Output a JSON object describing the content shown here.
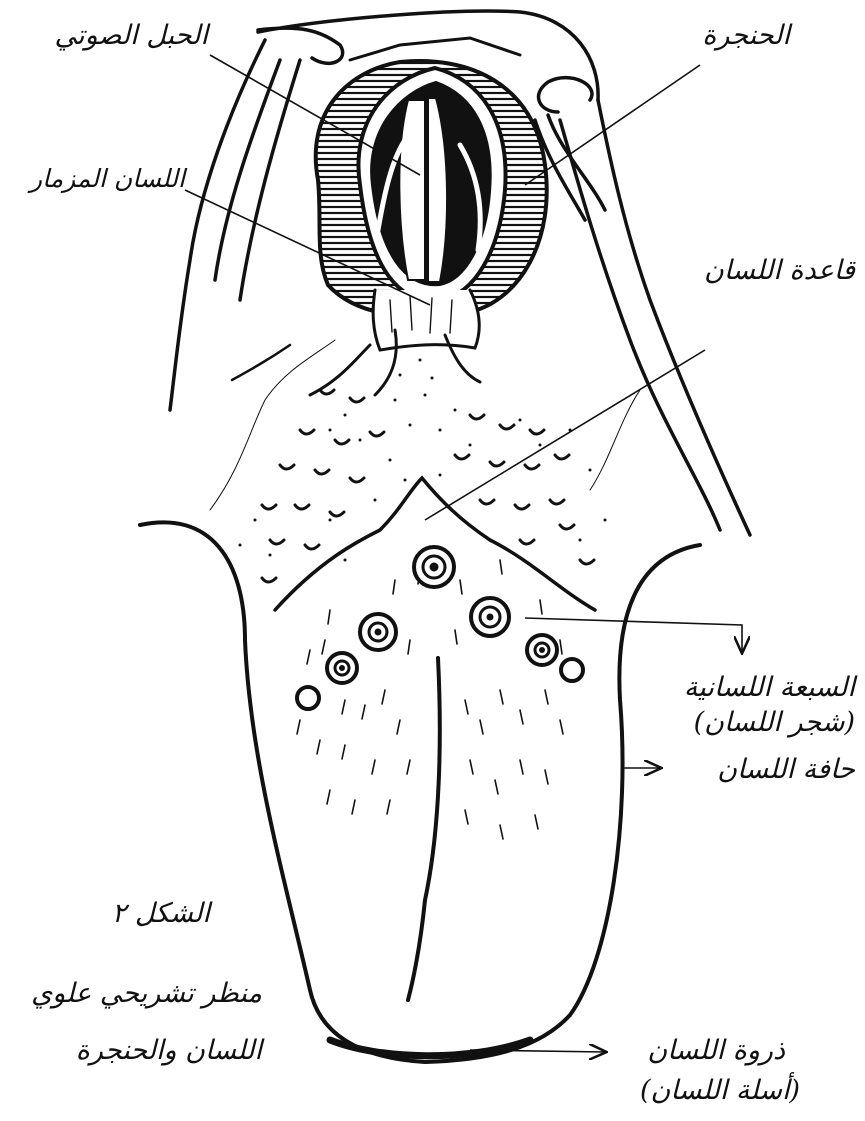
{
  "labels": {
    "vocal_cord": "الحبل الصوتي",
    "larynx": "الحنجرة",
    "epiglottis": "اللسان المزمار",
    "tongue_base": "قاعدة اللسان",
    "papillae_line1": "السبعة اللسانية",
    "papillae_line2": "(شجر اللسان)",
    "tongue_edge": "حافة اللسان",
    "tongue_apex_line1": "ذروة اللسان",
    "tongue_apex_line2": "(أسلة اللسان)"
  },
  "figure": {
    "number": "الشكل ٢",
    "caption_line1": "منظر تشريحي علوي",
    "caption_line2": "اللسان والحنجرة"
  },
  "colors": {
    "ink": "#111111",
    "paper": "#ffffff"
  }
}
